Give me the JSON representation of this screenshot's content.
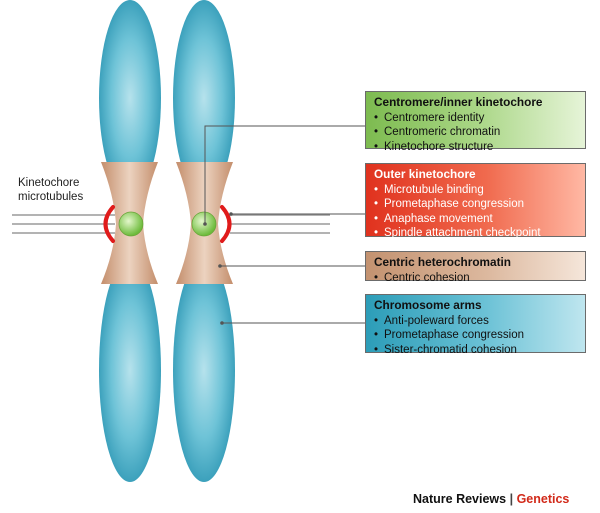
{
  "microtubule_label": [
    "Kinetochore",
    "microtubules"
  ],
  "boxes": {
    "centromere": {
      "title": "Centromere/inner kinetochore",
      "items": [
        "Centromere identity",
        "Centromeric chromatin",
        "Kinetochore structure"
      ],
      "color": "#8cc460"
    },
    "outer": {
      "title": "Outer kinetochore",
      "items": [
        "Microtubule binding",
        "Prometaphase congression",
        "Anaphase movement",
        "Spindle attachment checkpoint"
      ],
      "color": "#e8412a"
    },
    "hetero": {
      "title": "Centric heterochromatin",
      "items": [
        "Centric cohesion"
      ],
      "color": "#cfa283"
    },
    "arms": {
      "title": "Chromosome arms",
      "items": [
        "Anti-poleward forces",
        "Prometaphase congression",
        "Sister-chromatid cohesion"
      ],
      "color": "#3fa9c2"
    }
  },
  "credit": {
    "journal": "Nature Reviews",
    "separator": "|",
    "subject": "Genetics"
  },
  "colors": {
    "arm_blue": "#5bbcd2",
    "heterochromatin_tan": "#d7b093",
    "centromere_green": "#9fd46a",
    "kinetochore_red": "#e01b1b",
    "subject_red": "#d22a1a"
  }
}
